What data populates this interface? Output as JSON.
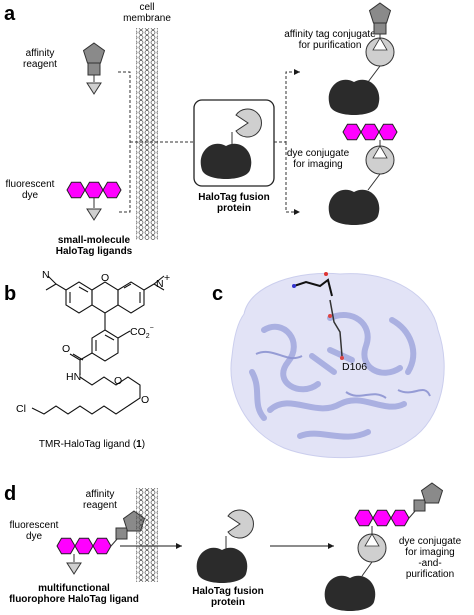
{
  "panels": {
    "a": {
      "label": "a",
      "cell_membrane_line1": "cell",
      "cell_membrane_line2": "membrane",
      "affinity_reagent_line1": "affinity",
      "affinity_reagent_line2": "reagent",
      "fluorescent_dye_line1": "fluorescent",
      "fluorescent_dye_line2": "dye",
      "ligands_line1": "small-molecule",
      "ligands_line2": "HaloTag ligands",
      "fusion_line1": "HaloTag fusion",
      "fusion_line2": "protein",
      "affinity_conj_line1": "affinity tag conjugate",
      "affinity_conj_line2": "for purification",
      "dye_conj_line1": "dye conjugate",
      "dye_conj_line2": "for imaging"
    },
    "b": {
      "label": "b",
      "nitrogen_left": "N",
      "nitrogen_right": "N",
      "nitrogen_right_charge": "+",
      "oxygen_ring": "O",
      "carboxylate": "CO",
      "carboxylate_sub": "2",
      "carboxylate_charge": "−",
      "amide_oxygen": "O",
      "amide_nh": "HN",
      "ether_o1": "O",
      "ether_o2": "O",
      "chlorine": "Cl",
      "caption": "TMR-HaloTag ligand (",
      "caption_num": "1",
      "caption_end": ")"
    },
    "c": {
      "label": "c",
      "residue": "D106"
    },
    "d": {
      "label": "d",
      "fluorescent_dye_line1": "fluorescent",
      "fluorescent_dye_line2": "dye",
      "affinity_reagent_line1": "affinity",
      "affinity_reagent_line2": "reagent",
      "ligand_line1": "multifunctional",
      "ligand_line2": "fluorophore HaloTag ligand",
      "fusion_line1": "HaloTag fusion",
      "fusion_line2": "protein",
      "conj_line1": "dye conjugate",
      "conj_line2": "for imaging",
      "conj_line3": "-and-",
      "conj_line4": "purification"
    }
  },
  "colors": {
    "dye": "#ff00ff",
    "protein": "#2b2b2b",
    "tag_gray": "#cfcfcf",
    "affinity_gray": "#8a8a8a",
    "ribbon": "#a8aee0",
    "surface": "#dfe1f6"
  }
}
